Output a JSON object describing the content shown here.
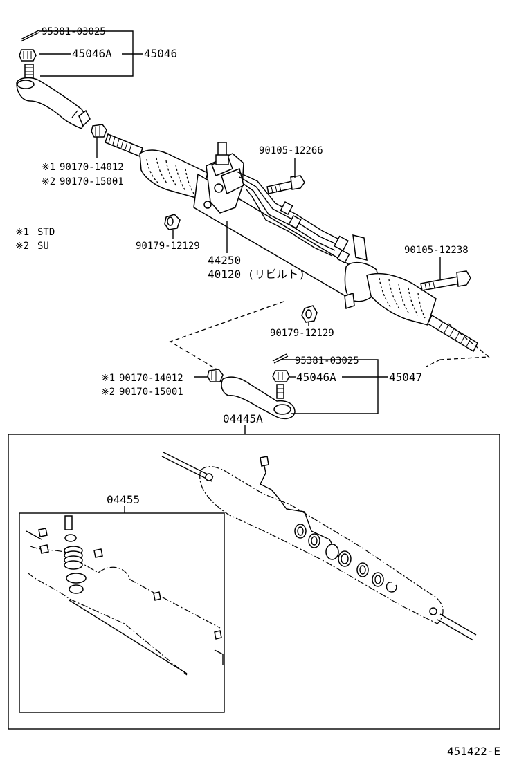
{
  "figure_code": "451422-E",
  "legend": [
    {
      "mark": "※1",
      "text": "STD"
    },
    {
      "mark": "※2",
      "text": "SU"
    }
  ],
  "labels": {
    "cotter_pin_upper": "95381-03025",
    "nut_upper": "45046A",
    "tie_rod_end_lh": "45046",
    "bolt_upper": "90105-12266",
    "lock_nut_upper_1_mark": "※1",
    "lock_nut_upper_1": "90170-14012",
    "lock_nut_upper_2_mark": "※2",
    "lock_nut_upper_2": "90170-15001",
    "grommet_left": "90179-12129",
    "gear_assy": "44250",
    "gear_assy_rebuilt": "40120 (リビルト)",
    "bolt_right": "90105-12238",
    "grommet_right": "90179-12129",
    "cotter_pin_lower": "95381-03025",
    "nut_lower": "45046A",
    "tie_rod_end_rh": "45047",
    "lock_nut_lower_1_mark": "※1",
    "lock_nut_lower_1": "90170-14012",
    "lock_nut_lower_2_mark": "※2",
    "lock_nut_lower_2": "90170-15001",
    "kit_outer": "04445A",
    "kit_inner": "04455"
  }
}
